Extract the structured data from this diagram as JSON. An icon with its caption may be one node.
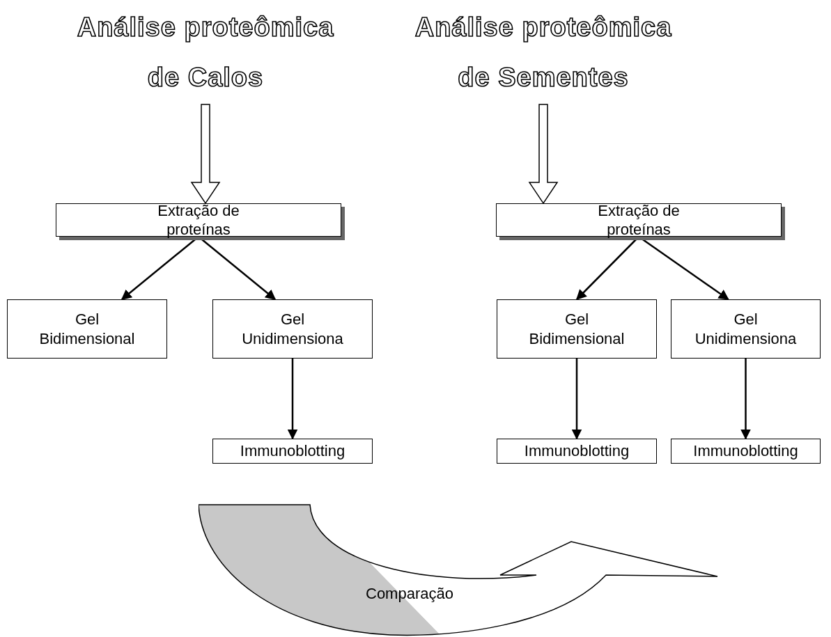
{
  "diagram": {
    "nodes": [
      {
        "text": [
          "Análise proteômica de Calos"
        ]
      },
      {
        "text": [
          "Análise proteômica de Sementes"
        ]
      },
      {
        "text": [
          "Extração de proteínas"
        ]
      },
      {
        "text": [
          "Gel Bidimensional"
        ]
      },
      {
        "text": [
          "Gel Unidimensiona"
        ]
      },
      {
        "text": [
          "Immunoblotting"
        ]
      },
      {
        "text": [
          "Extração de proteínas"
        ]
      },
      {
        "text": [
          "Gel Bidimensional"
        ]
      },
      {
        "text": [
          "Gel Unidimensiona"
        ]
      },
      {
        "text": [
          "Immunoblotting"
        ]
      },
      {
        "text": [
          "Immunoblotting"
        ]
      },
      {
        "text": [
          "Comparação"
        ]
      }
    ],
    "edges": [
      {
        "from": 0,
        "to": 2,
        "arrow": "to",
        "style": "thick"
      },
      {
        "from": 1,
        "to": 6,
        "arrow": "to",
        "style": "thick"
      },
      {
        "from": 2,
        "to": 3,
        "arrow": "to"
      },
      {
        "from": 2,
        "to": 4,
        "arrow": "to"
      },
      {
        "from": 4,
        "to": 5,
        "arrow": "to"
      },
      {
        "from": 6,
        "to": 7,
        "arrow": "to"
      },
      {
        "from": 6,
        "to": 8,
        "arrow": "to"
      },
      {
        "from": 7,
        "to": 9,
        "arrow": "to"
      },
      {
        "from": 8,
        "to": 10,
        "arrow": "to"
      }
    ]
  }
}
